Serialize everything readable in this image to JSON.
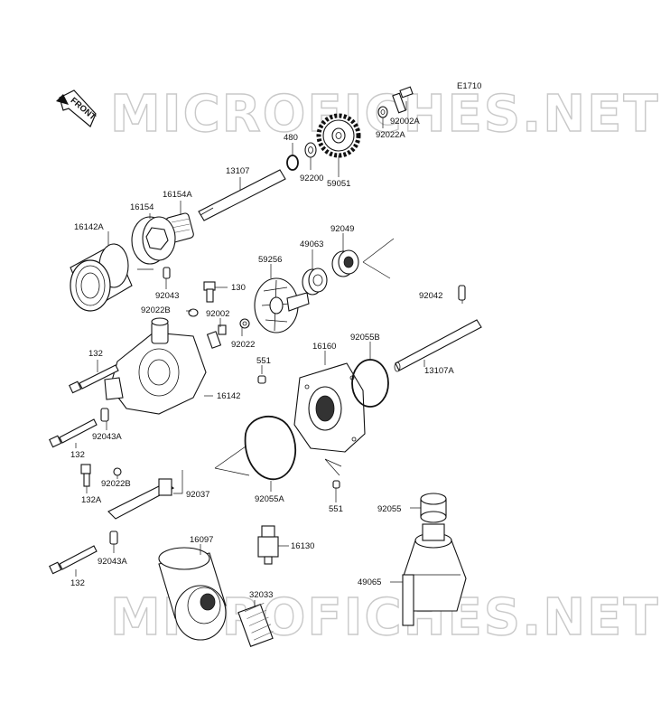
{
  "diagram_code": "E1710",
  "front_label": "FRONT",
  "watermarks": [
    "MICROFICHES.NET",
    "MICROFICHES.NET"
  ],
  "labels": {
    "l92002A": "92002A",
    "l92022A": "92022A",
    "l480": "480",
    "l92200": "92200",
    "l59051": "59051",
    "l13107": "13107",
    "l16154A": "16154A",
    "l16154": "16154",
    "l16142A": "16142A",
    "l92043": "92043",
    "l130": "130",
    "l59256": "59256",
    "l49063": "49063",
    "l92049": "92049",
    "l92022B_a": "92022B",
    "l92002": "92002",
    "l92022": "92022",
    "l92042": "92042",
    "l132_a": "132",
    "l551_a": "551",
    "l16160": "16160",
    "l92055B": "92055B",
    "l13107A": "13107A",
    "l16142": "16142",
    "l92043A_a": "92043A",
    "l132_b": "132",
    "l92022B_b": "92022B",
    "l132A": "132A",
    "l92037": "92037",
    "l92055A": "92055A",
    "l551_b": "551",
    "l92055": "92055",
    "l16097": "16097",
    "l16130": "16130",
    "l92043A_b": "92043A",
    "l132_c": "132",
    "l32033": "32033",
    "l49065": "49065"
  }
}
